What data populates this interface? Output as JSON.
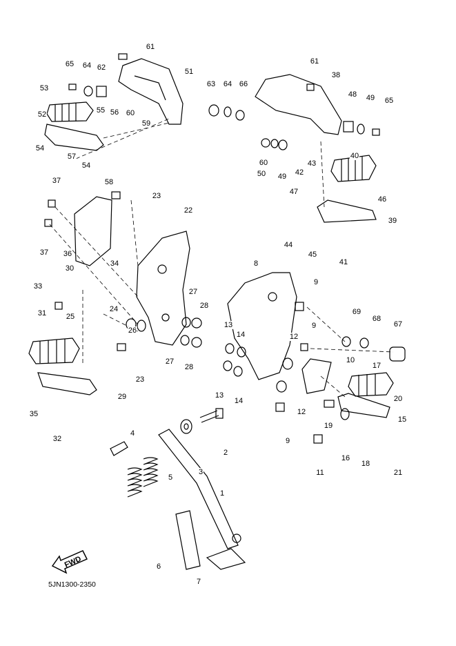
{
  "diagram": {
    "part_code": "5JN1300-2350",
    "fwd_label": "FWD",
    "callouts": [
      "61",
      "65",
      "64",
      "62",
      "51",
      "63",
      "64",
      "66",
      "61",
      "38",
      "48",
      "49",
      "65",
      "53",
      "55",
      "56",
      "60",
      "52",
      "59",
      "54",
      "57",
      "54",
      "58",
      "60",
      "50",
      "49",
      "43",
      "42",
      "40",
      "47",
      "46",
      "39",
      "44",
      "45",
      "41",
      "37",
      "23",
      "22",
      "37",
      "36",
      "34",
      "30",
      "33",
      "24",
      "25",
      "31",
      "27",
      "28",
      "26",
      "27",
      "28",
      "23",
      "29",
      "35",
      "32",
      "8",
      "9",
      "9",
      "13",
      "14",
      "12",
      "69",
      "68",
      "67",
      "10",
      "17",
      "20",
      "13",
      "14",
      "12",
      "15",
      "19",
      "9",
      "16",
      "18",
      "21",
      "11",
      "2",
      "3",
      "4",
      "5",
      "1",
      "6",
      "7"
    ]
  }
}
